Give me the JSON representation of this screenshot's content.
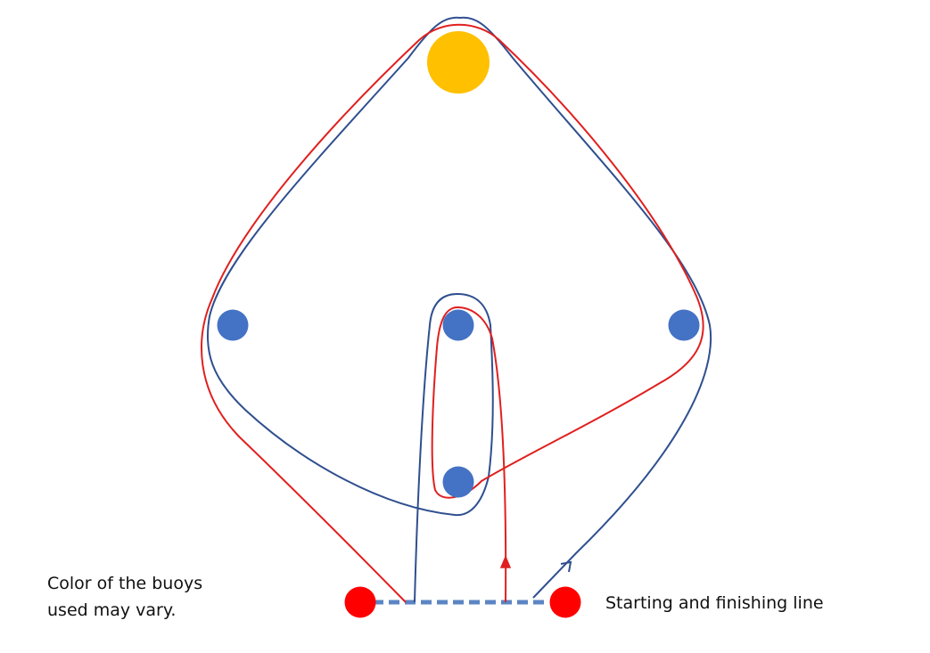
{
  "notes": {
    "buoy_color_line1": "Color of the buoys",
    "buoy_color_line2": "used may vary.",
    "start_finish": "Starting and finishing line"
  },
  "colors": {
    "top_buoy": "#FFC000",
    "course_buoy": "#4472C4",
    "start_buoy": "#FF0000",
    "red_route": "#E0201F",
    "blue_route": "#2F4F8F",
    "start_line": "#5B85C4"
  }
}
